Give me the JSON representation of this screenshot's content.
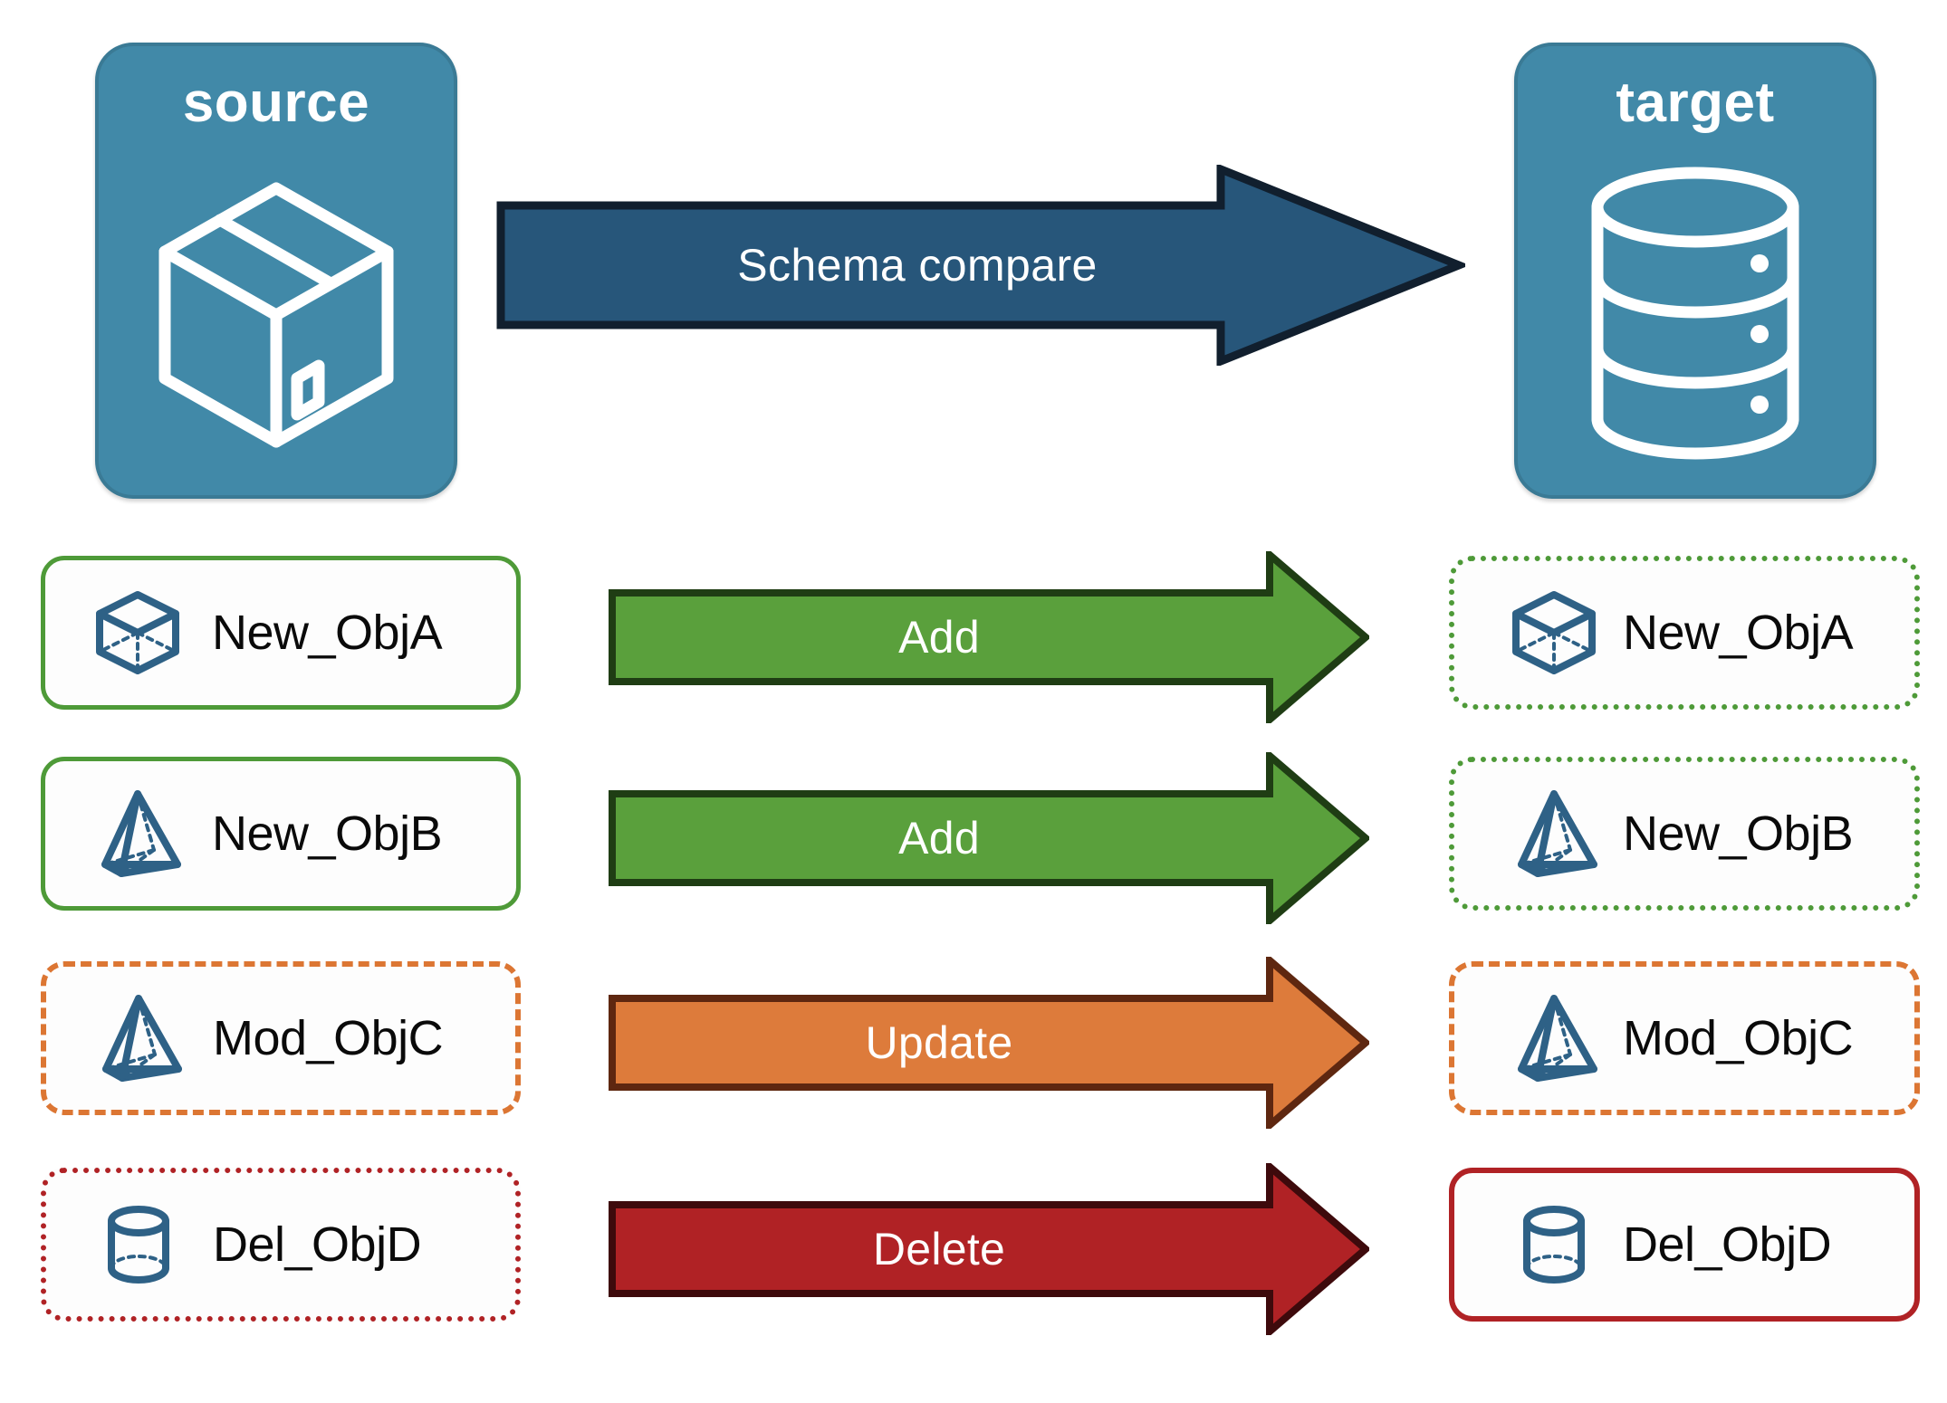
{
  "colors": {
    "endpoint_fill": "#4189A8",
    "endpoint_stroke": "#3A7A95",
    "compare_arrow_fill": "#27567A",
    "compare_arrow_stroke": "#111F2E",
    "add_fill": "#5AA03C",
    "add_stroke": "#1F3D14",
    "update_fill": "#DD7B3B",
    "update_stroke": "#5E2710",
    "delete_fill": "#B02225",
    "delete_stroke": "#3E0A0C",
    "object_icon": "#2E6186",
    "source_border_new": "#4E9A38",
    "source_border_mod": "#DC7633",
    "source_border_del": "#B02225",
    "label_text": "#0A0A0A"
  },
  "source": {
    "title": "source",
    "icon": "package-box-icon"
  },
  "target": {
    "title": "target",
    "icon": "database-cylinder-icon"
  },
  "compare": {
    "label": "Schema compare",
    "icon": "right-arrow-icon"
  },
  "rows": [
    {
      "source_label": "New_ObjA",
      "source_icon": "cube-wireframe-icon",
      "source_border": "solid-green",
      "action_label": "Add",
      "action_kind": "add",
      "target_label": "New_ObjA",
      "target_icon": "cube-wireframe-icon",
      "target_border": "dotted-green"
    },
    {
      "source_label": "New_ObjB",
      "source_icon": "pyramid-wireframe-icon",
      "source_border": "solid-green",
      "action_label": "Add",
      "action_kind": "add",
      "target_label": "New_ObjB",
      "target_icon": "pyramid-wireframe-icon",
      "target_border": "dotted-green"
    },
    {
      "source_label": "Mod_ObjC",
      "source_icon": "pyramid-wireframe-icon",
      "source_border": "dashed-orange",
      "action_label": "Update",
      "action_kind": "update",
      "target_label": "Mod_ObjC",
      "target_icon": "pyramid-wireframe-icon",
      "target_border": "dashed-orange"
    },
    {
      "source_label": "Del_ObjD",
      "source_icon": "cylinder-wireframe-icon",
      "source_border": "dotted-red",
      "action_label": "Delete",
      "action_kind": "delete",
      "target_label": "Del_ObjD",
      "target_icon": "cylinder-wireframe-icon",
      "target_border": "solid-red"
    }
  ]
}
